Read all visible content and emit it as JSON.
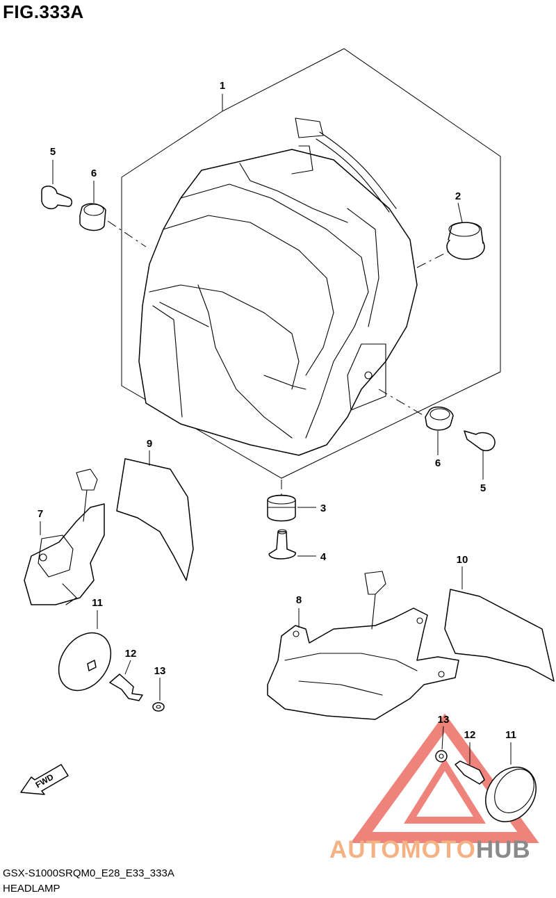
{
  "figure": {
    "title": "FIG.333A"
  },
  "footer": {
    "model_code": "GSX-S1000SRQM0_E28_E33_333A",
    "part_name": "HEADLAMP"
  },
  "callouts": [
    "1",
    "2",
    "3",
    "4",
    "5",
    "5",
    "6",
    "6",
    "7",
    "8",
    "9",
    "10",
    "11",
    "11",
    "12",
    "12",
    "13",
    "13"
  ],
  "direction_label": "FWD",
  "watermark": {
    "part1": "AUTOMOTO",
    "part2": "HUB",
    "accent_color": "#e85a4f",
    "text_color": "#f4b183",
    "text_color_2": "#8a8a8a"
  }
}
